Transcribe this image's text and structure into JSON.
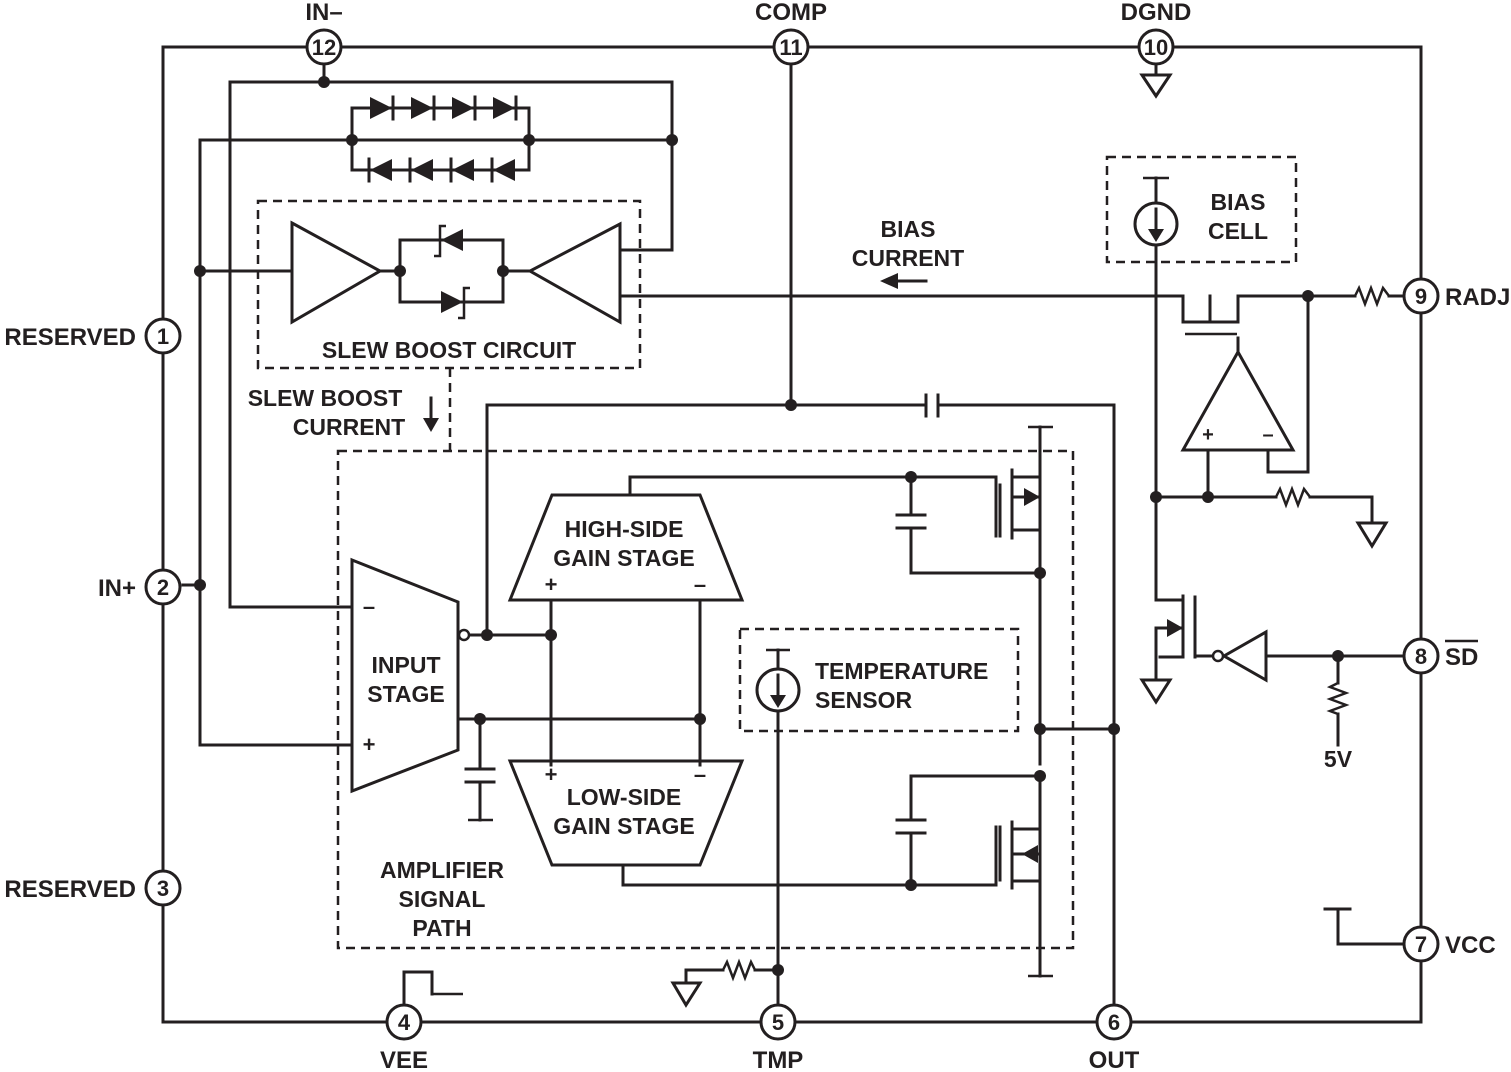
{
  "pins": [
    {
      "num": "1",
      "label": "RESERVED"
    },
    {
      "num": "2",
      "label": "IN+"
    },
    {
      "num": "3",
      "label": "RESERVED"
    },
    {
      "num": "4",
      "label": "VEE"
    },
    {
      "num": "5",
      "label": "TMP"
    },
    {
      "num": "6",
      "label": "OUT"
    },
    {
      "num": "7",
      "label": "VCC"
    },
    {
      "num": "8",
      "label": "SD"
    },
    {
      "num": "9",
      "label": "RADJ"
    },
    {
      "num": "10",
      "label": "DGND"
    },
    {
      "num": "11",
      "label": "COMP"
    },
    {
      "num": "12",
      "label": "IN–"
    }
  ],
  "blocks": {
    "slew_boost_circuit": "SLEW BOOST CIRCUIT",
    "slew_boost_current": [
      "SLEW BOOST",
      "CURRENT"
    ],
    "bias_current": [
      "BIAS",
      "CURRENT"
    ],
    "bias_cell": [
      "BIAS",
      "CELL"
    ],
    "input_stage": [
      "INPUT",
      "STAGE"
    ],
    "high_side_gain_stage": [
      "HIGH-SIDE",
      "GAIN STAGE"
    ],
    "low_side_gain_stage": [
      "LOW-SIDE",
      "GAIN STAGE"
    ],
    "temperature_sensor": [
      "TEMPERATURE",
      "SENSOR"
    ],
    "amplifier_signal_path": [
      "AMPLIFIER",
      "SIGNAL",
      "PATH"
    ],
    "supply_5v": "5V"
  },
  "signs": {
    "plus": "+",
    "minus": "–"
  }
}
